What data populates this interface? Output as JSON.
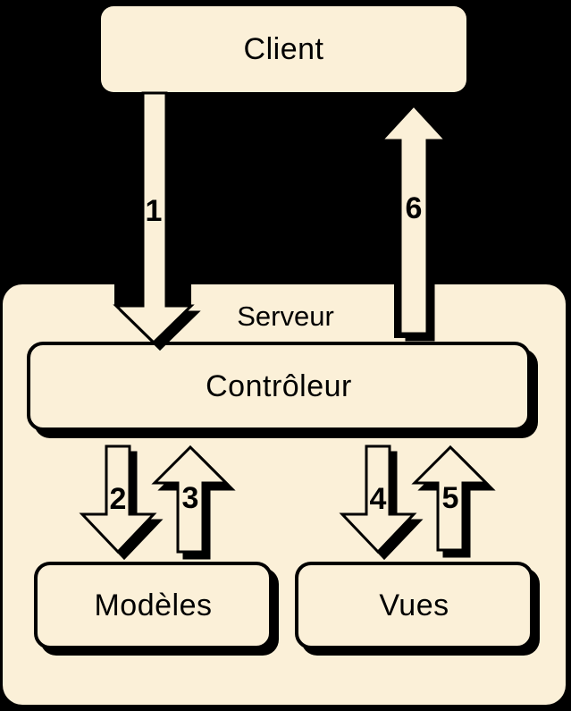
{
  "diagram": {
    "title_meaning": "MVC request flow between client and server",
    "colors": {
      "background": "#000000",
      "box_fill": "#FBF0D8",
      "outline": "#000000",
      "text": "#000000"
    },
    "client": {
      "label": "Client"
    },
    "server": {
      "label": "Serveur"
    },
    "controller": {
      "label": "Contrôleur"
    },
    "models": {
      "label": "Modèles"
    },
    "views": {
      "label": "Vues"
    },
    "arrows": [
      {
        "label": "1",
        "direction": "down",
        "from": "Client",
        "to": "Contrôleur"
      },
      {
        "label": "2",
        "direction": "down",
        "from": "Contrôleur",
        "to": "Modèles"
      },
      {
        "label": "3",
        "direction": "up",
        "from": "Modèles",
        "to": "Contrôleur"
      },
      {
        "label": "4",
        "direction": "down",
        "from": "Contrôleur",
        "to": "Vues"
      },
      {
        "label": "5",
        "direction": "up",
        "from": "Vues",
        "to": "Contrôleur"
      },
      {
        "label": "6",
        "direction": "up",
        "from": "Contrôleur",
        "to": "Client"
      }
    ]
  }
}
